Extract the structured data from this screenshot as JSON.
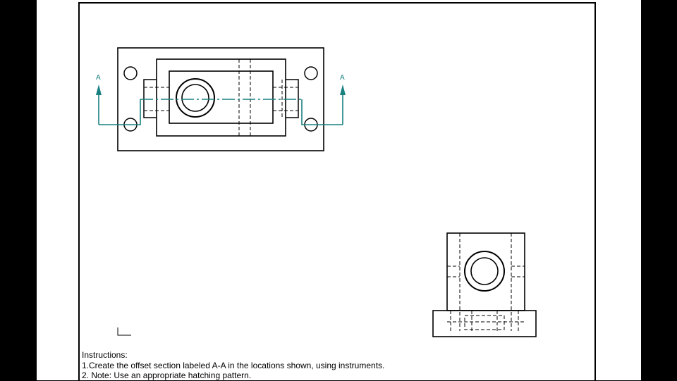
{
  "colors": {
    "background": "#000000",
    "sheet": "#ffffff",
    "line": "#000000",
    "section_line": "#1a8080"
  },
  "drawing": {
    "section_label_left": "A",
    "section_label_right": "A"
  },
  "instructions": {
    "heading": "Instructions:",
    "line1": "1.Create the offset section labeled A-A in the locations shown, using instruments.",
    "line2": "2. Note: Use an appropriate hatching pattern."
  }
}
